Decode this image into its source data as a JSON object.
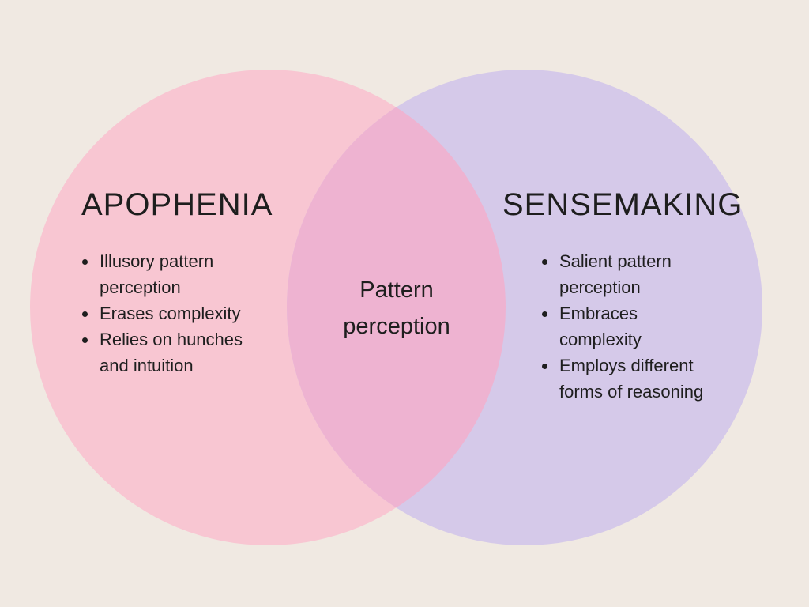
{
  "page": {
    "background_color": "#f0e9e2",
    "text_color": "#1e1e1e"
  },
  "diagram": {
    "type": "venn-2-circle",
    "left": {
      "title": "APOPHENIA",
      "circle_color": "#f8c6d2",
      "items": [
        "Illusory pattern perception",
        "Erases complexity",
        "Relies on hunches and intuition"
      ]
    },
    "right": {
      "title": "SENSEMAKING",
      "circle_color": "#d5c9e9",
      "items": [
        "Salient pattern perception",
        "Embraces complexity",
        "Employs different forms of reasoning"
      ]
    },
    "overlap": {
      "label": "Pattern perception",
      "color": "#eeb3d1"
    }
  }
}
